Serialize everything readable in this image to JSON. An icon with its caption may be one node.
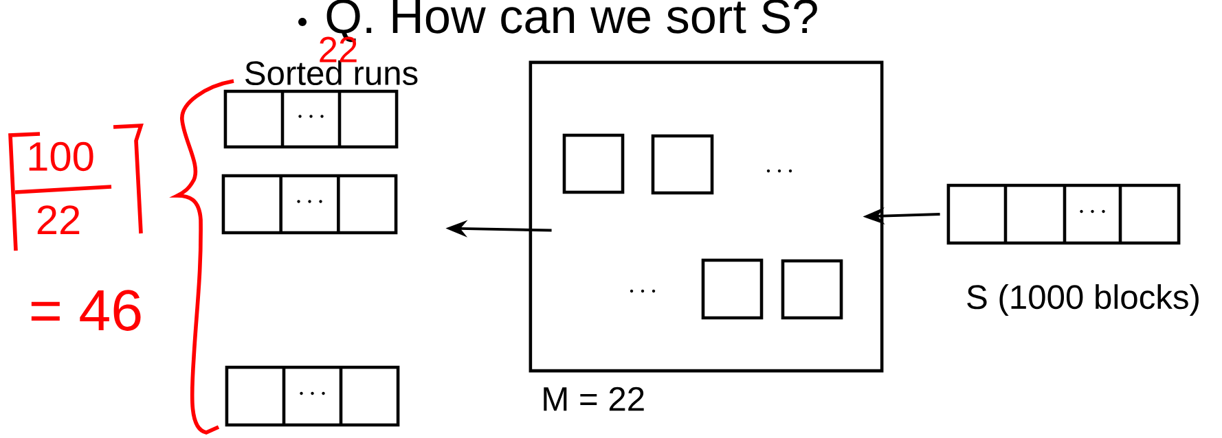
{
  "diagram": {
    "title": "Q. How can we sort S?",
    "nodes": [
      {
        "text": [],
        "shape": "box",
        "beside": [
          "M = 22"
        ]
      },
      {
        "text": [],
        "shape": "box",
        "in": 0
      },
      {
        "text": [],
        "shape": "box",
        "in": 0
      },
      {
        "text": [],
        "shape": "box",
        "in": 0
      },
      {
        "text": [],
        "shape": "box",
        "in": 0
      },
      {
        "text": [],
        "shape": "box",
        "beside": [
          "S (1000 blocks)"
        ]
      },
      {
        "text": [],
        "shape": "box"
      },
      {
        "text": [],
        "shape": "box"
      },
      {
        "text": [],
        "shape": "box"
      }
    ],
    "edges": [
      {
        "from": 5,
        "to": 0,
        "arrow": "to"
      },
      {
        "from": 0,
        "to": 7,
        "arrow": "to"
      }
    ],
    "labels": [
      "Sorted runs",
      "22",
      "100",
      "22",
      "= 46"
    ]
  }
}
